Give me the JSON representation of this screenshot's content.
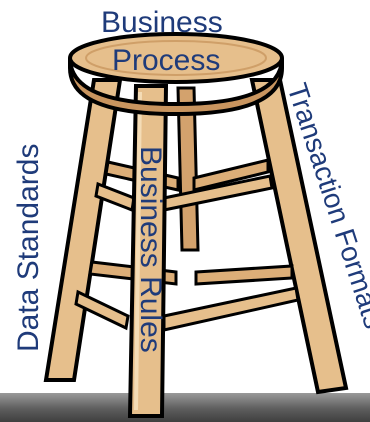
{
  "diagram": {
    "labels": {
      "seat_line1": "Business",
      "seat_line2": "Process",
      "left_leg": "Data Standards",
      "front_leg": "Business Rules",
      "right_leg": "Transaction Formats"
    },
    "colors": {
      "text": "#1f3b7a",
      "wood": "#e6bf8c",
      "wood_shade": "#c9955f",
      "outline": "#000000"
    }
  }
}
